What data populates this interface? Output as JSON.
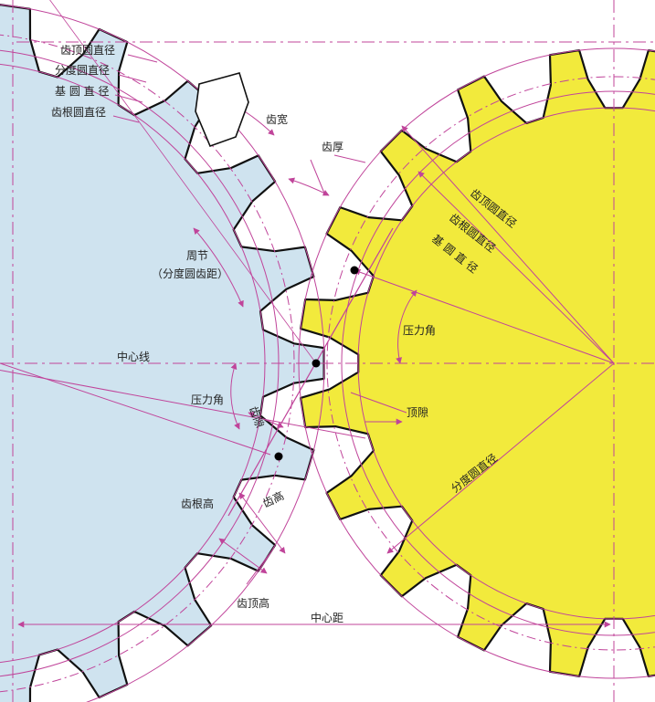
{
  "labels": {
    "left_addendum_dia": "齿顶圆直径",
    "left_pitch_dia": "分度圆直径",
    "left_base_dia": "基 圆 直 径",
    "left_root_dia": "齿根圆直径",
    "tooth_width": "齿宽",
    "tooth_thickness": "齿厚",
    "circular_pitch_1": "周节",
    "circular_pitch_2": "（分度圆齿距）",
    "center_line": "中心线",
    "pressure_angle_left": "压力角",
    "backlash": "齿隙",
    "dedendum": "齿根高",
    "tooth_height": "齿高",
    "addendum": "齿顶高",
    "center_distance": "中心距",
    "right_addendum_dia": "齿顶圆直径",
    "right_root_dia": "齿根圆直径",
    "right_base_dia": "基 圆 直 径",
    "pressure_angle_right": "压力角",
    "clearance": "顶隙",
    "right_pitch_dia": "分度圆直径"
  },
  "colors": {
    "left_gear_fill": "#cfe3ef",
    "right_gear_fill": "#f2ea3c",
    "dimension_line": "#c0449a",
    "outline": "#111111"
  }
}
